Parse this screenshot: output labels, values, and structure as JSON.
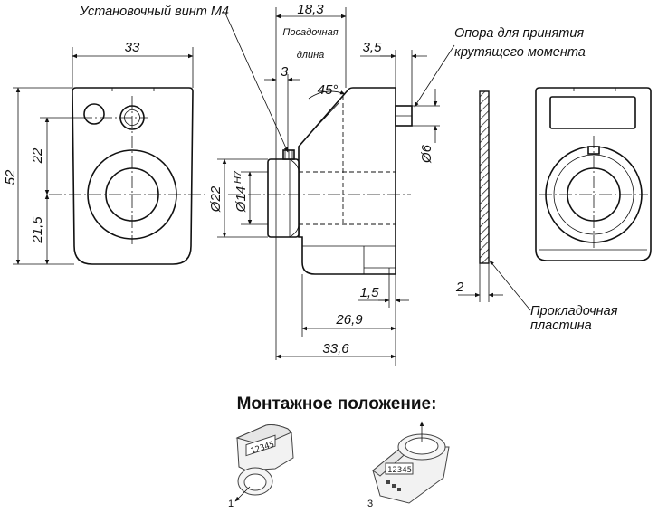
{
  "labels": {
    "set_screw": "Установочный винт М4",
    "fit_length_1": "Посадочная",
    "fit_length_2": "длина",
    "torque_support_1": "Опора для принятия",
    "torque_support_2": "крутящего момента",
    "gasket_1": "Прокладочная",
    "gasket_2": "пластина",
    "mounting_title": "Монтажное положение:",
    "position_1": "1",
    "position_3": "3",
    "lcd_text": "12345"
  },
  "dimensions": {
    "width_33": "33",
    "height_52": "52",
    "upper_22": "22",
    "lower_21_5": "21,5",
    "fit_18_3": "18,3",
    "offset_3": "3",
    "angle_45": "45°",
    "pin_3_5": "3,5",
    "pin_d6": "Ø6",
    "outer_d22": "Ø22",
    "bore_d14": "Ø14",
    "bore_tol": "H7",
    "base_1_5": "1,5",
    "depth_26_9": "26,9",
    "total_33_6": "33,6",
    "gasket_2": "2"
  },
  "colors": {
    "line": "#111111",
    "gasket_fill": "#dddddd",
    "iso_body": "#f2f2f2"
  }
}
